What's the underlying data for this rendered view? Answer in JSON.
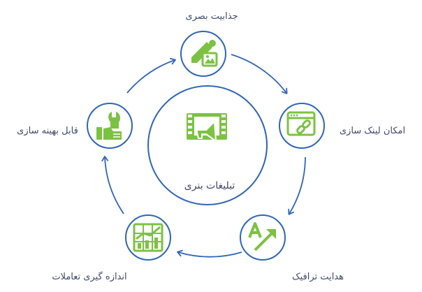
{
  "diagram": {
    "center_title": "تبلیغات بنری",
    "nodes": [
      {
        "label": "جذابیت بصری",
        "icon": "image-edit-icon"
      },
      {
        "label": "امکان لینک سازی",
        "icon": "browser-link-icon"
      },
      {
        "label": "هدایت ترافیک",
        "icon": "text-arrow-icon"
      },
      {
        "label": "اندازه گیری تعاملات",
        "icon": "growth-chart-icon"
      },
      {
        "label": "قابل بهینه سازی",
        "icon": "wrench-hand-icon"
      }
    ],
    "center_icon": "video-megaphone-icon",
    "colors": {
      "circle_stroke": "#2f66b8",
      "icon_fill": "#7cc242",
      "text": "#3d4a6b"
    }
  }
}
